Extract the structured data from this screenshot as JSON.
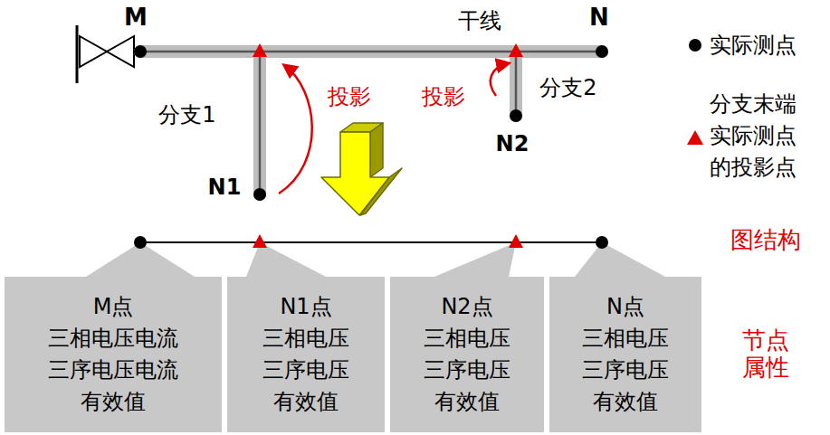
{
  "diagram": {
    "nodes": [
      {
        "text": [
          "M点",
          "三相电压电流",
          "三序电压电流",
          "有效值"
        ]
      },
      {
        "text": [
          "N1点",
          "三相电压",
          "三序电压",
          "有效值"
        ]
      },
      {
        "text": [
          "N2点",
          "三相电压",
          "三序电压",
          "有效值"
        ]
      },
      {
        "text": [
          "N点",
          "三相电压",
          "三序电压",
          "有效值"
        ]
      }
    ],
    "labels": [
      "M",
      "干线",
      "N",
      "分支1",
      "分支2",
      "N1",
      "N2",
      "投影",
      "投影",
      "图结构",
      "节点 属性"
    ],
    "legend": [
      {
        "text": "实际测点"
      },
      {
        "text": "分支末端 实际测点 的投影点"
      }
    ]
  }
}
